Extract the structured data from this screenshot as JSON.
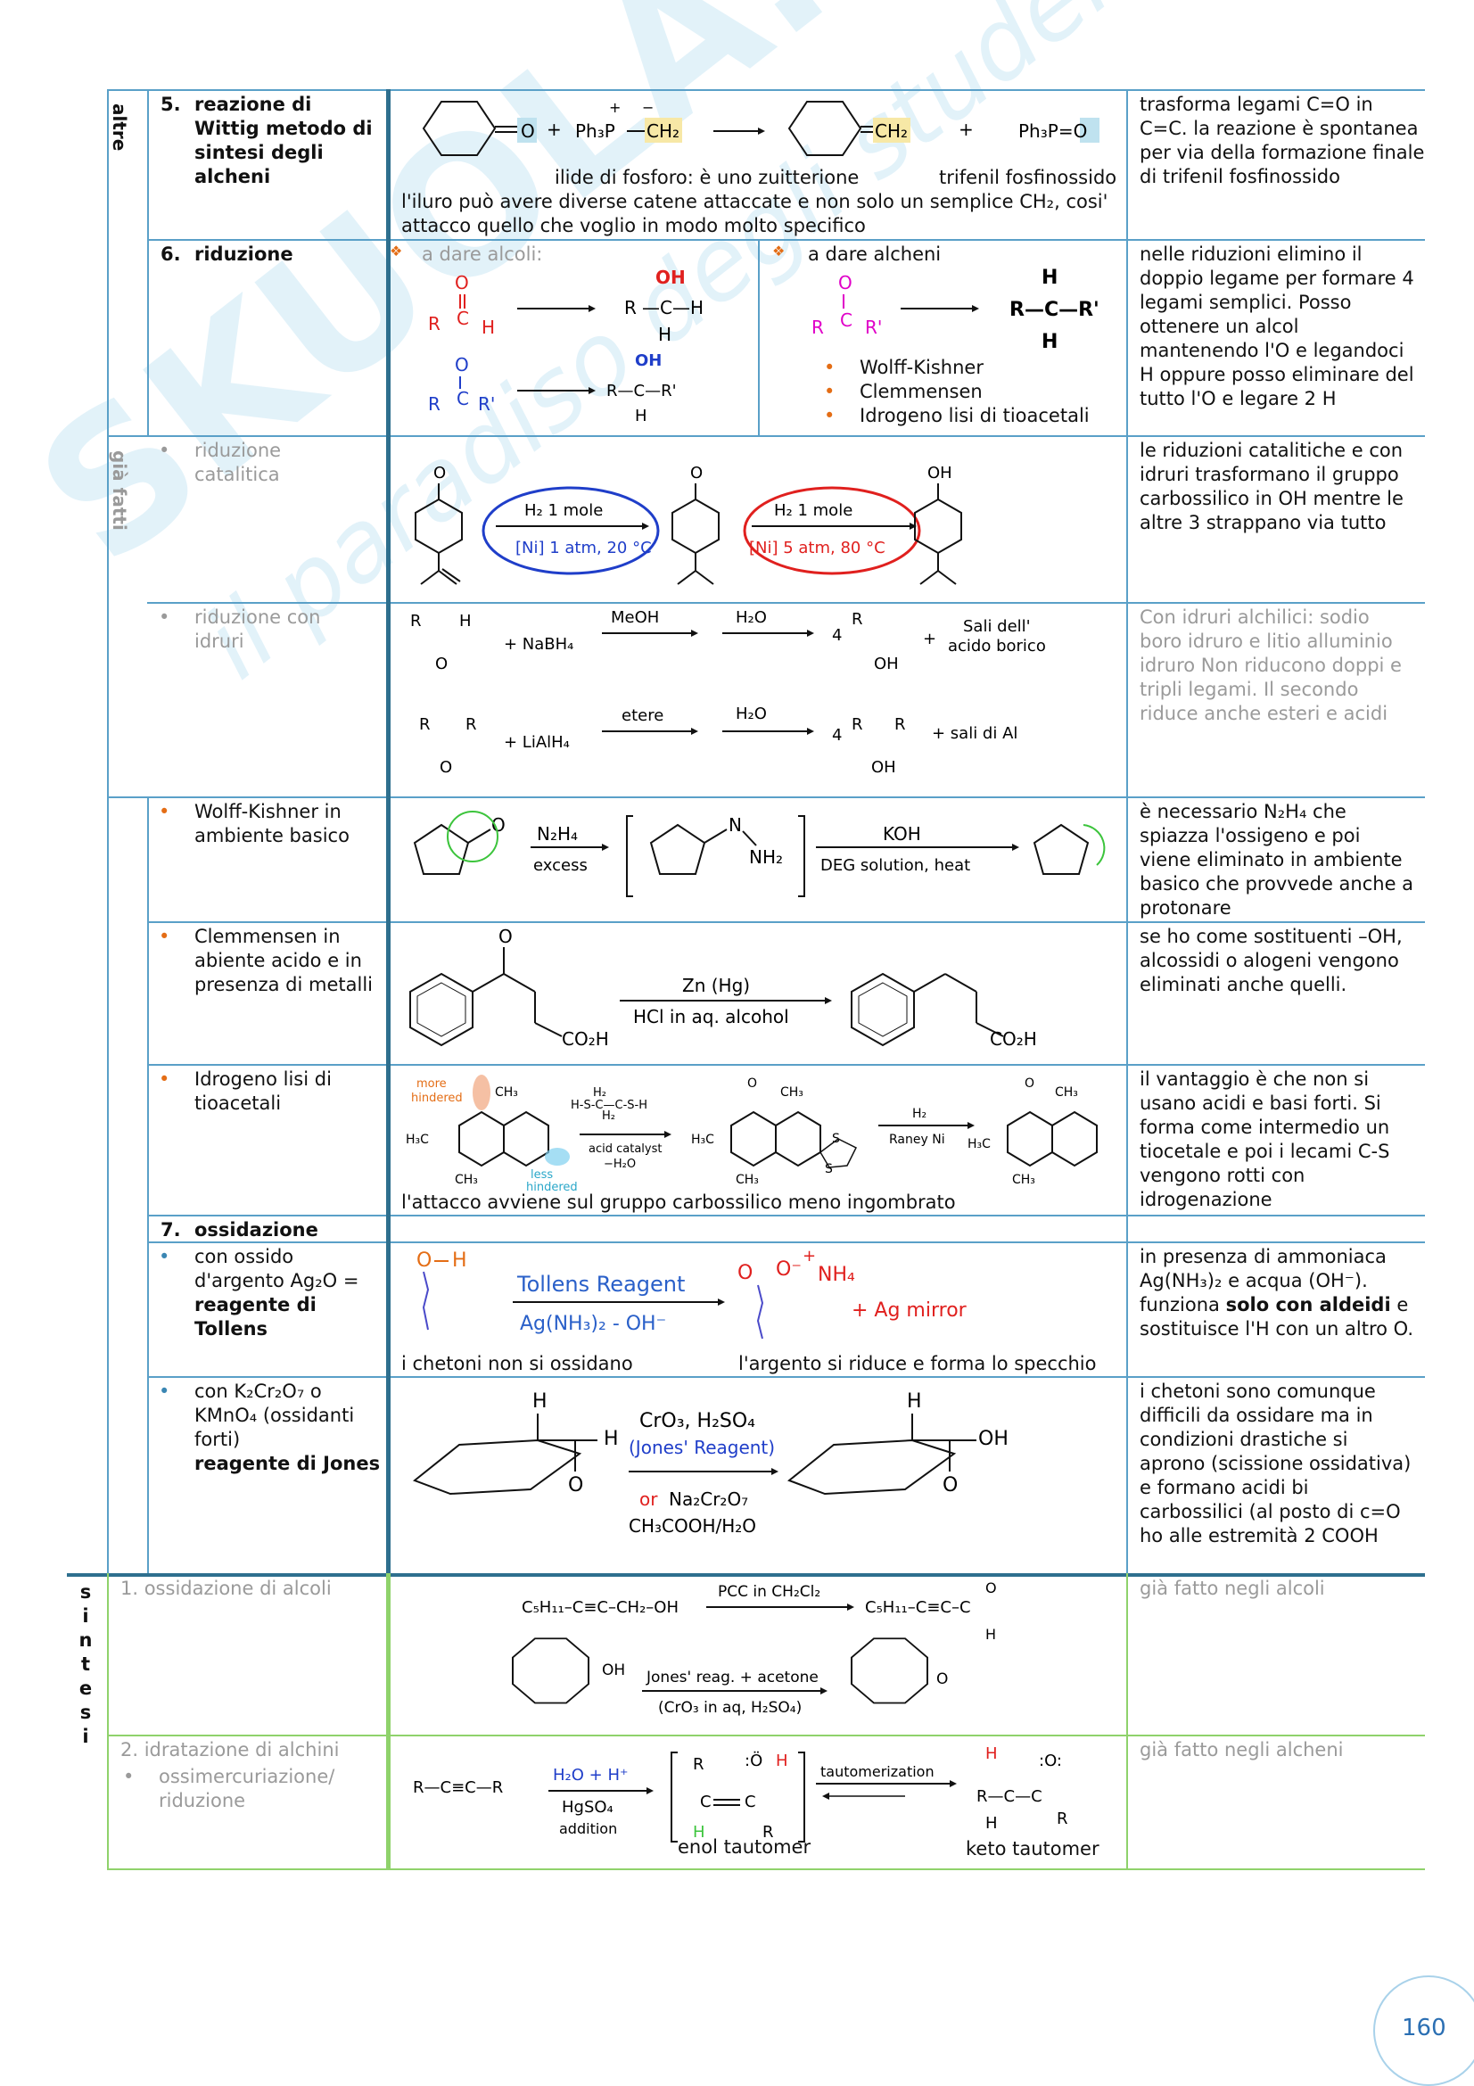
{
  "side_labels": {
    "altre": "altre",
    "gia_fatti": "già fatti",
    "sintesi": "sintesi",
    "sintesi_letters": [
      "s",
      "i",
      "n",
      "t",
      "e",
      "s",
      "i"
    ]
  },
  "watermark": {
    "brand": "SKUOLA.net",
    "slogan": "il paradiso degli studenti"
  },
  "row_wittig": {
    "num": "5.",
    "title": "reazione di Wittig metodo di sintesi degli alcheni",
    "caption_ylide": "ilide di fosforo: è uno zuitterione",
    "caption_oxide": "trifenil fosfinossido",
    "caption_note": "l'iluro può avere diverse catene attaccate e non solo un semplice CH₂, cosi' attacco quello che voglio in modo molto specifico",
    "note": "trasforma legami C=O in C=C. la reazione è spontanea per via della formazione finale di trifenil fosfinossido",
    "chem": {
      "o": "O",
      "plus": "+",
      "ph3p": "Ph₃P",
      "ch2": "CH₂",
      "charge_plus": "+",
      "charge_minus": "−",
      "ph3po": "Ph₃P=O"
    }
  },
  "row_riduzione": {
    "num": "6.",
    "title": "riduzione",
    "left_head": "a dare alcoli:",
    "right_head": "a dare alcheni",
    "methods": [
      "Wolff-Kishner",
      "Clemmensen",
      "Idrogeno lisi di tioacetali"
    ],
    "note": "nelle riduzioni elimino il doppio legame per formare 4 legami semplici. Posso ottenere un alcol mantenendo l'O e legandoci H oppure posso eliminare del tutto l'O e legare 2 H"
  },
  "row_catalitica": {
    "label": "riduzione catalitica",
    "step1_a": "H₂ 1 mole",
    "step1_b": "[Ni] 1 atm, 20 °C",
    "step2_a": "H₂ 1 mole",
    "step2_b": "[Ni] 5 atm, 80 °C",
    "oh": "OH",
    "o": "O",
    "note": "le riduzioni catalitiche e con idruri trasformano il gruppo carbossilico in OH mentre le altre 3 strappano via tutto"
  },
  "row_idruri": {
    "label": "riduzione con idruri",
    "r1": {
      "reagent": "+ NaBH₄",
      "solvent": "MeOH",
      "water": "H₂O",
      "coef": "4",
      "side": "+",
      "product_extra": "Sali dell' acido borico"
    },
    "r2": {
      "reagent": "+ LiAlH₄",
      "solvent": "etere",
      "water": "H₂O",
      "coef": "4",
      "product_extra": "+ sali di Al"
    },
    "atoms": {
      "R": "R",
      "H": "H",
      "O": "O",
      "OH": "OH"
    },
    "note": "Con idruri alchilici: sodio boro idruro e litio alluminio idruro Non riducono doppi e tripli legami. Il secondo riduce anche esteri e acidi"
  },
  "row_wk": {
    "label": "Wolff-Kishner in ambiente basico",
    "reagent_top": "N₂H₄",
    "reagent_bottom": "excess",
    "nh2": "NH₂",
    "n": "N",
    "o": "O",
    "base_top": "KOH",
    "base_bottom": "DEG solution, heat",
    "note": "è necessario N₂H₄ che spiazza l'ossigeno e poi viene eliminato in ambiente basico che provvede anche a protonare"
  },
  "row_clem": {
    "label": "Clemmensen in abiente acido e in presenza di metalli",
    "reagent_top": "Zn (Hg)",
    "reagent_bottom": "HCl in aq. alcohol",
    "co2h": "CO₂H",
    "o": "O",
    "note": "se ho come sostituenti –OH, alcossidi o alogeni vengono eliminati anche quelli."
  },
  "row_tio": {
    "label": "Idrogeno lisi di tioacetali",
    "more": "more hindered",
    "less": "less hindered",
    "thiol": "H₂ H-S-C—C-S-H H₂",
    "cat": "acid catalyst",
    "water": "−H₂O",
    "h2": "H₂",
    "raney": "Raney Ni",
    "ch3": "CH₃",
    "h3c": "H₃C",
    "s": "S",
    "o": "O",
    "caption": "l'attacco avviene sul gruppo carbossilico meno ingombrato",
    "note": "il vantaggio è che non si usano acidi e basi forti. Si forma come intermedio un tiocetale e poi i lecami C-S vengono rotti con idrogenazione"
  },
  "row_ossidazione": {
    "num": "7.",
    "title": "ossidazione"
  },
  "row_tollens": {
    "label_plain": "con ossido d'argento Ag₂O =",
    "label_bold": "reagente di Tollens",
    "reagent": "Tollens Reagent",
    "reagent2": "Ag(NH₃)₂ - OH⁻",
    "product": "+ Ag mirror",
    "nh4": "NH₄",
    "o": "O",
    "h": "H",
    "caption_left": "i chetoni non si ossidano",
    "caption_right": "l'argento si riduce e forma lo specchio",
    "note_a": "in presenza di ammoniaca Ag(NH₃)₂ e acqua (OH⁻). funziona ",
    "note_bold": "solo con aldeidi",
    "note_b": " e sostituisce l'H con un altro O."
  },
  "row_jones": {
    "label_plain": "con K₂Cr₂O₇ o KMnO₄ (ossidanti forti)",
    "label_bold": "reagente di Jones",
    "r1": "CrO₃, H₂SO₄",
    "r2": "(Jones' Reagent)",
    "r3": "or  Na₂Cr₂O₇",
    "r4": "CH₃COOH/H₂O",
    "h": "H",
    "o": "O",
    "oh": "OH",
    "note": "i chetoni sono comunque difficili da ossidare ma in condizioni drastiche si aprono (scissione ossidativa) e formano acidi bi carbossilici (al posto di c=O ho alle estremità 2 COOH"
  },
  "row_sint1": {
    "label": "1. ossidazione di alcoli",
    "chem1": "C₅H₁₁–C≡C–CH₂–OH",
    "pcc": "PCC in CH₂Cl₂",
    "prod1": "C₅H₁₁–C≡C–C",
    "jones": "Jones' reag. + acetone",
    "jones2": "(CrO₃ in aq, H₂SO₄)",
    "oh": "OH",
    "o": "O",
    "h": "H",
    "note": "già fatto negli alcoli"
  },
  "row_sint2": {
    "label": "2. idratazione di alchini",
    "sub": "ossimercuriazione/ riduzione",
    "alkyne": "R—C≡C—R",
    "reag_top": "H₂O + H⁺",
    "reag_bottom": "HgSO₄",
    "addition": "addition",
    "taut": "tautomerization",
    "enol": "enol tautomer",
    "keto": "keto tautomer",
    "note": "già fatto negli alcheni"
  },
  "page_number": "160"
}
